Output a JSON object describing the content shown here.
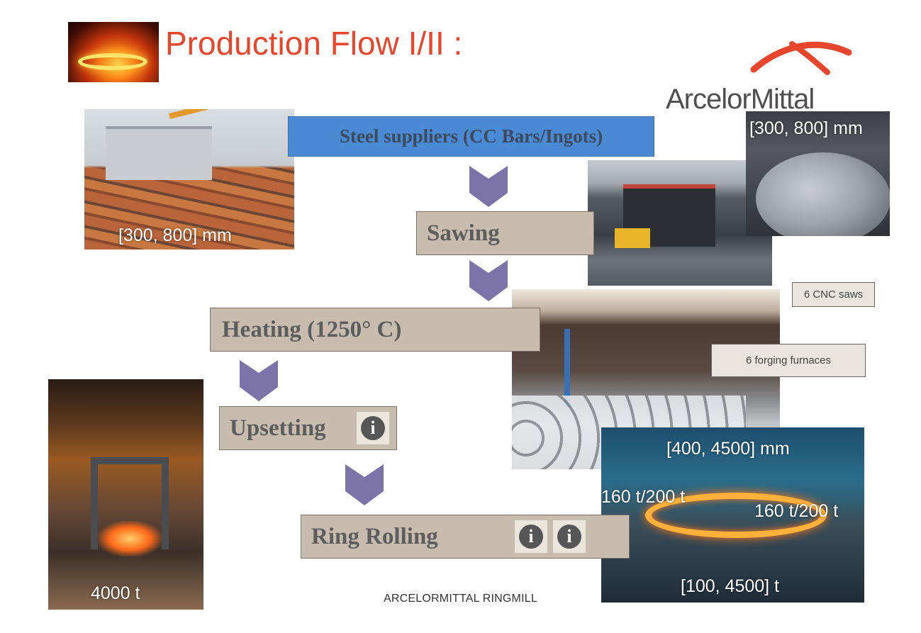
{
  "title": "Production Flow I/II :",
  "logo": {
    "text": "ArcelorMittal",
    "brand_color": "#e8452d"
  },
  "flow_steps": {
    "steel": "Steel suppliers (CC Bars/Ingots)",
    "sawing": "Sawing",
    "heating": "Heating (1250° C)",
    "upsetting": "Upsetting",
    "ring_rolling": "Ring Rolling"
  },
  "info_icon_glyph": "i",
  "photo_labels": {
    "bars_diameter": "[300, 800] mm",
    "billet_diameter": "[300, 800] mm",
    "press_force": "4000 t",
    "ring_diameter": "[400, 4500] mm",
    "ring_force_left": "160 t/200 t",
    "ring_force_right": "160 t/200 t",
    "ring_weight": "[100, 4500] t"
  },
  "callouts": {
    "saws": "6 CNC saws",
    "furnaces": "6 forging furnaces"
  },
  "footer": "ARCELORMITTAL RINGMILL",
  "colors": {
    "title": "#e8452d",
    "step_box": "#c8bcae",
    "steel_box": "#4a8ad4",
    "arrow": "#7c74a8"
  }
}
